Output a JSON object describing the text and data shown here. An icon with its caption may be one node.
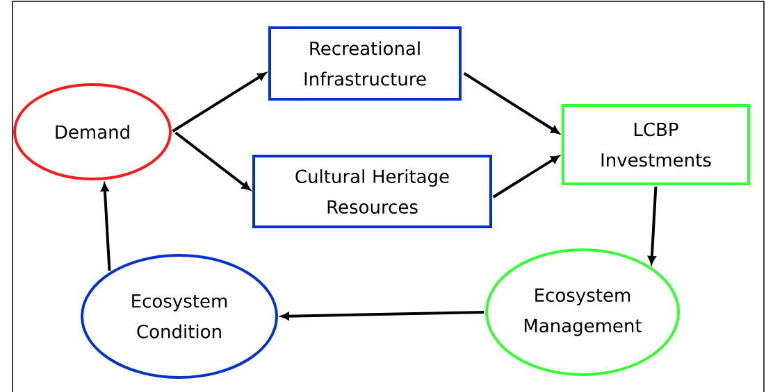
{
  "diagram": {
    "nodes": [
      {
        "text": [
          "Demand"
        ]
      },
      {
        "text": [
          "Recreational Infrastructure"
        ]
      },
      {
        "text": [
          "Cultural Heritage Resources"
        ]
      },
      {
        "text": [
          "LCBP Investments"
        ]
      },
      {
        "text": [
          "Ecosystem Management"
        ]
      },
      {
        "text": [
          "Ecosystem Condition"
        ]
      }
    ],
    "edges": [
      {
        "from": 0,
        "to": 1,
        "arrow": "to"
      },
      {
        "from": 0,
        "to": 2,
        "arrow": "to"
      },
      {
        "from": 1,
        "to": 3,
        "arrow": "to"
      },
      {
        "from": 2,
        "to": 3,
        "arrow": "to"
      },
      {
        "from": 3,
        "to": 4,
        "arrow": "to"
      },
      {
        "from": 4,
        "to": 5,
        "arrow": "to"
      },
      {
        "from": 5,
        "to": 0,
        "arrow": "to"
      }
    ]
  }
}
